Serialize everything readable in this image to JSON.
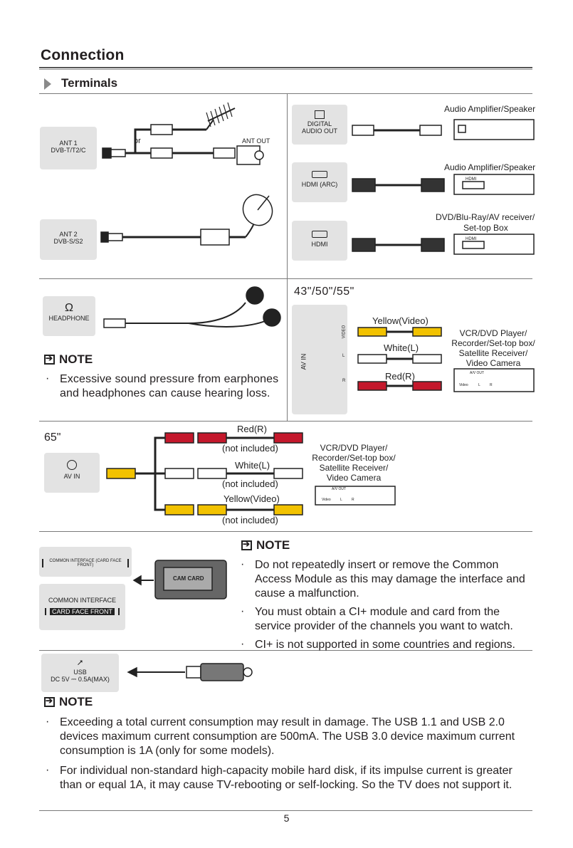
{
  "header": {
    "title": "Connection",
    "subtitle": "Terminals"
  },
  "section1": {
    "ant1_label": "ANT 1",
    "ant1_sub": "DVB-T/T2/C",
    "or_label": "or",
    "ant_out_label": "ANT OUT",
    "ant2_label": "ANT 2",
    "ant2_sub": "DVB-S/S2",
    "digital_audio_label": "DIGITAL",
    "digital_audio_sub": "AUDIO OUT",
    "audio_amp_1": "Audio Amplifier/Speaker",
    "hdmi_arc_label": "HDMI (ARC)",
    "audio_amp_2": "Audio Amplifier/Speaker",
    "hdmi_label": "HDMI",
    "dvd_label_1": "DVD/Blu-Ray/AV receiver/",
    "dvd_label_2": "Set-top Box",
    "device_hdmi_1": "HDMI",
    "device_hdmi_2": "HDMI"
  },
  "section2": {
    "headphone_label": "HEADPHONE",
    "note_title": "NOTE",
    "note_text": "Excessive sound pressure from earphones and headphones can cause hearing loss.",
    "size_label": "43\"/50\"/55\"",
    "yellow_label": "Yellow(Video)",
    "white_label": "White(L)",
    "red_label": "Red(R)",
    "av_in_label": "AV IN",
    "port_video": "VIDEO",
    "port_l": "L",
    "port_r": "R",
    "vcr_1": "VCR/DVD Player/",
    "vcr_2": "Recorder/Set-top box/",
    "vcr_3": "Satellite Receiver/",
    "vcr_4": "Video Camera",
    "av_out": "A/V OUT",
    "av_video": "Video",
    "av_l": "L",
    "av_r": "R"
  },
  "section3": {
    "size_label": "65\"",
    "av_in_label": "AV IN",
    "red_label": "Red(R)",
    "red_note": "(not included)",
    "white_label": "White(L)",
    "white_note": "(not included)",
    "yellow_label": "Yellow(Video)",
    "yellow_note": "(not included)",
    "vcr_1": "VCR/DVD Player/",
    "vcr_2": "Recorder/Set-top box/",
    "vcr_3": "Satellite Receiver/",
    "vcr_4": "Video Camera",
    "av_out": "A/V OUT",
    "av_video": "Video",
    "av_l": "L",
    "av_r": "R"
  },
  "section4": {
    "ci_label_1": "COMMON INTERFACE (CARD FACE FRONT)",
    "ci_label_2": "COMMON INTERFACE",
    "ci_label_3": "CARD FACE FRONT",
    "cam_card": "CAM CARD",
    "note_title": "NOTE",
    "notes": [
      "Do not repeatedly insert or remove the Common Access Module as this may damage the interface and cause a malfunction.",
      "You must obtain a CI+ module and card from the service provider of the channels you want to watch.",
      "CI+ is not supported in some countries and regions."
    ]
  },
  "section5": {
    "usb_label": "USB",
    "usb_spec": "DC 5V ⎓ 0.5A(MAX)",
    "note_title": "NOTE",
    "notes": [
      "Exceeding a total current consumption may result in damage. The USB 1.1 and USB 2.0 devices maximum current consumption are 500mA. The USB 3.0 device maximum current consumption is 1A (only for some models).",
      "For individual non-standard high-capacity mobile hard disk, if its impulse current is greater than or equal 1A, it may cause TV-rebooting or self-locking. So the TV does not support it."
    ]
  },
  "footer": {
    "page_number": "5"
  },
  "colors": {
    "text": "#231f20",
    "panel_bg": "#e3e3e3",
    "cable_yellow": "#f2c200",
    "cable_red": "#c4182c",
    "cable_white": "#ffffff"
  }
}
